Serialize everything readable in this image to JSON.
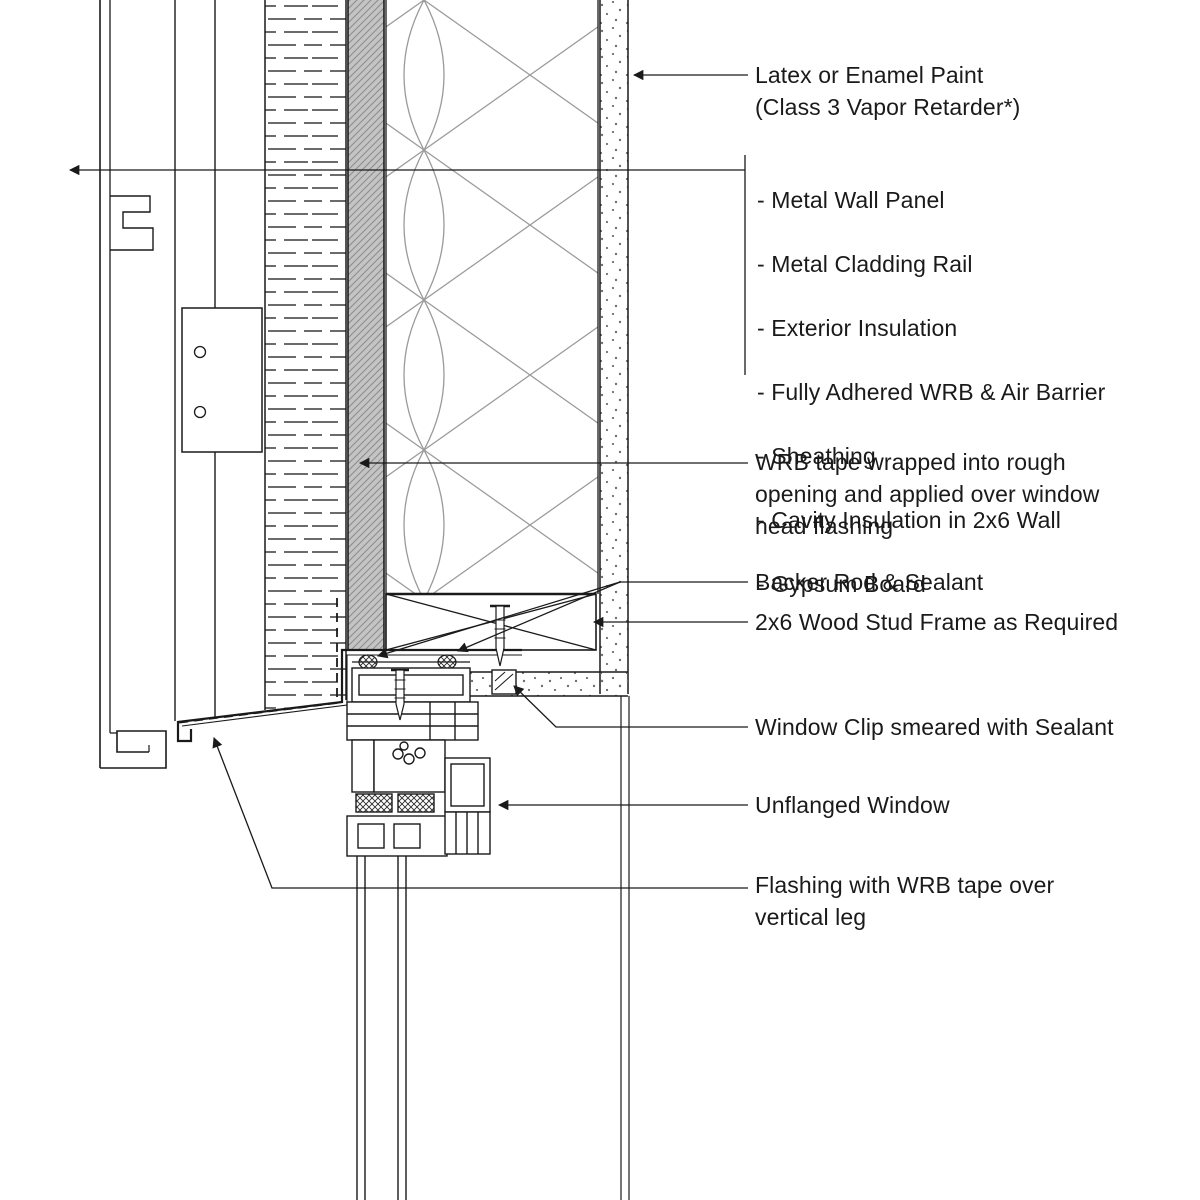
{
  "colors": {
    "line": "#1a1a1a",
    "text": "#1a1a1a",
    "hatch": "#9a9a9a",
    "wrb_fill": "#c4c4c4",
    "background": "#ffffff"
  },
  "labels": {
    "paint": "Latex or Enamel Paint\n(Class 3 Vapor Retarder*)",
    "wrb_tape": "WRB tape wrapped into rough\nopening and applied over window\nhead flashing",
    "backer_rod": "Backer Rod & Sealant",
    "stud_frame": "2x6 Wood Stud Frame as Required",
    "window_clip": "Window Clip smeared with Sealant",
    "unflanged_window": "Unflanged Window",
    "flashing": "Flashing with WRB tape over\nvertical leg"
  },
  "assembly_layers": [
    "- Metal Wall Panel",
    "- Metal Cladding Rail",
    "- Exterior Insulation",
    "- Fully Adhered WRB & Air Barrier",
    "- Sheathing",
    "- Cavity Insulation in 2x6 Wall",
    "- Gypsum Board"
  ]
}
